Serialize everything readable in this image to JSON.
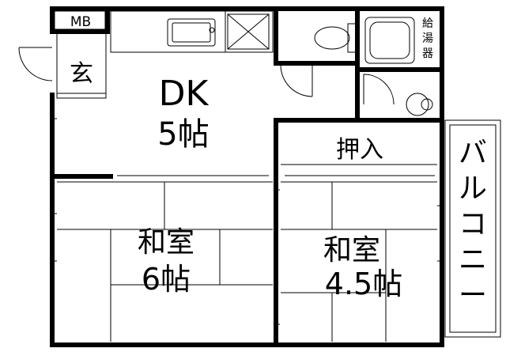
{
  "floorplan": {
    "labels": {
      "mb": "MB",
      "genkan": "玄",
      "dk_name": "DK",
      "dk_size": "5帖",
      "oshiire": "押入",
      "washitsu6_name": "和室",
      "washitsu6_size": "6帖",
      "washitsu45_name": "和室",
      "washitsu45_size": "4.5帖",
      "balcony": [
        "バ",
        "ル",
        "コ",
        "ニ",
        "ー"
      ],
      "water_heater": [
        "給",
        "湯",
        "器"
      ]
    }
  }
}
